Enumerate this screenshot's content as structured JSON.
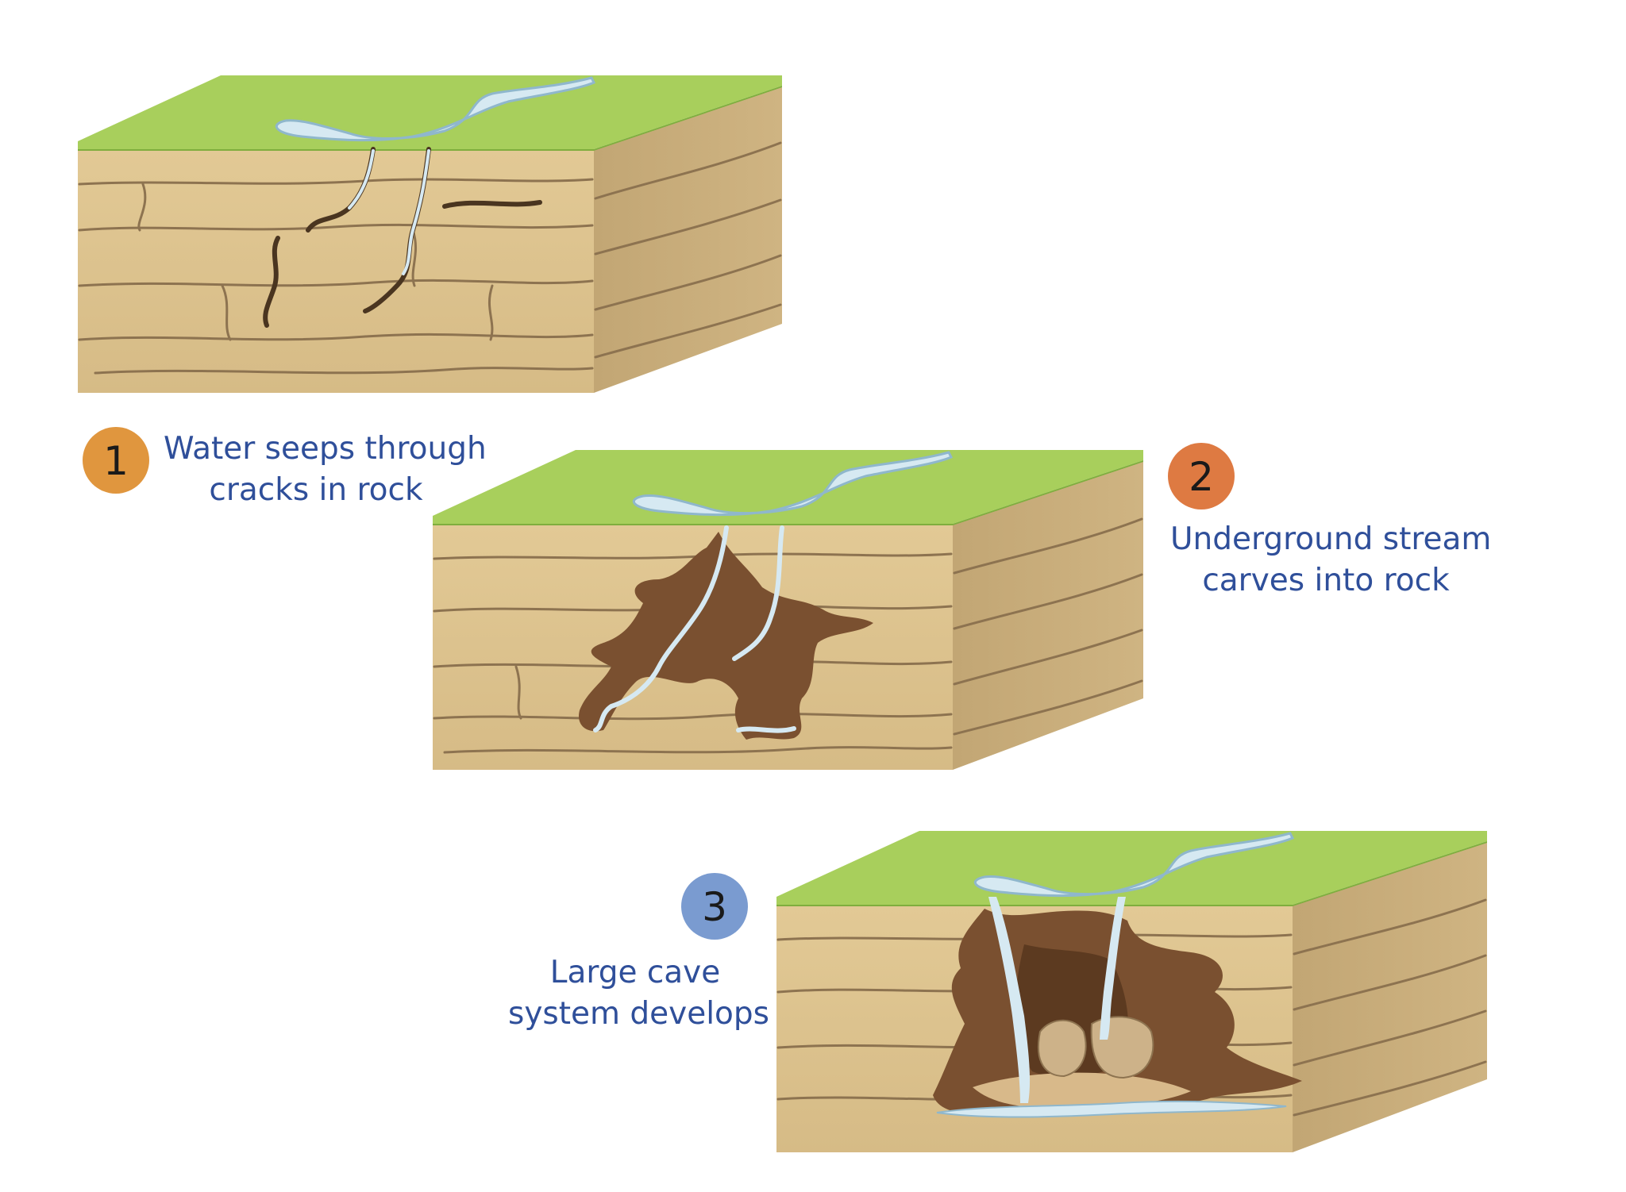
{
  "steps": [
    {
      "number": "1",
      "badge_color": "#e0963e",
      "caption_lines": [
        "Water seeps through",
        "cracks in rock"
      ]
    },
    {
      "number": "2",
      "badge_color": "#de7a42",
      "caption_lines": [
        "Underground stream",
        "carves into rock"
      ]
    },
    {
      "number": "3",
      "badge_color": "#7a9bd0",
      "caption_lines": [
        "Large cave",
        "system develops"
      ]
    }
  ],
  "colors": {
    "grass": "#a8cf5c",
    "grass_dark": "#7fae3e",
    "rock_front": "#dcc28f",
    "rock_side": "#c6ab79",
    "rock_lines": "#8d7350",
    "water": "#d6e9f2",
    "water_edge": "#8fb7cc",
    "cave": "#7a5030",
    "caption_text": "#2f4f9a"
  }
}
